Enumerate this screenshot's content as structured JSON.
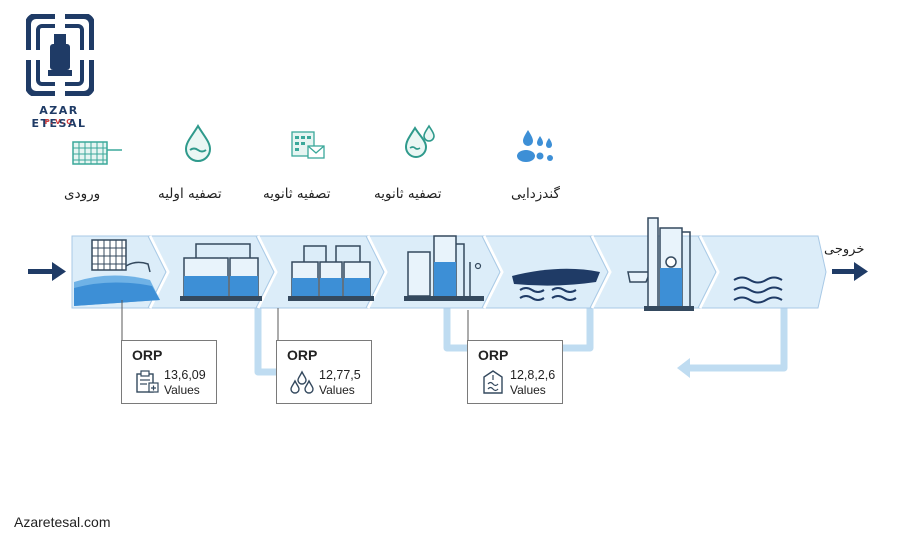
{
  "brand": {
    "name": "AZAR ETESAL",
    "sub": "P.V.C",
    "website": "Azaretesal.com"
  },
  "stages": [
    {
      "label": "ورودی",
      "icon": "screen-filter-icon"
    },
    {
      "label": "تصفیه اولیه",
      "icon": "water-drop-icon"
    },
    {
      "label": "تصفیه ثانویه",
      "icon": "document-mail-icon"
    },
    {
      "label": "تصفیه ثانویه",
      "icon": "water-drop-icon"
    },
    {
      "label": "گندزدایی",
      "icon": "droplets-icon"
    }
  ],
  "exit_label": "خروجی",
  "orp": [
    {
      "title": "ORP",
      "value": "13,6,09",
      "unit": "Values",
      "icon": "clipboard-icon"
    },
    {
      "title": "ORP",
      "value": "12,77,5",
      "unit": "Values",
      "icon": "droplets-icon"
    },
    {
      "title": "ORP",
      "value": "12,8,2,6",
      "unit": "Values",
      "icon": "sludge-icon"
    }
  ],
  "colors": {
    "navy": "#1f3b66",
    "water": "#3d8fd6",
    "pipe": "#bfdcf1",
    "band": "#dcedf9",
    "accent": "#d23b3b"
  }
}
